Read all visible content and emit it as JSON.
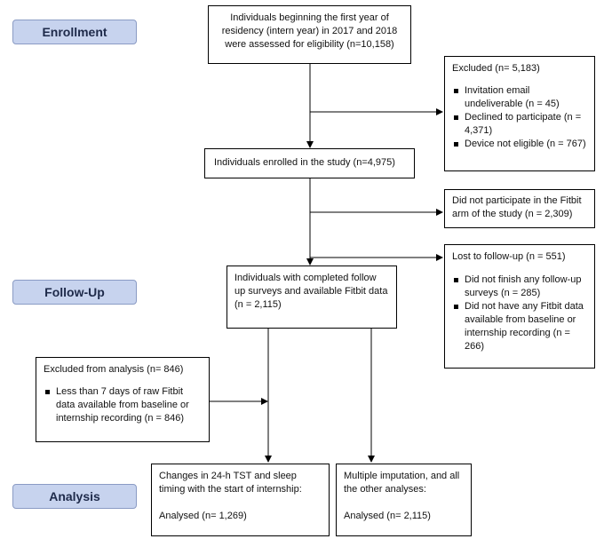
{
  "phases": {
    "enrollment": "Enrollment",
    "follow_up": "Follow-Up",
    "analysis": "Analysis"
  },
  "boxes": {
    "assessed": "Individuals beginning the first year of residency (intern year) in 2017 and 2018 were assessed for eligibility (n=10,158)",
    "excluded": {
      "title": "Excluded (n= 5,183)",
      "items": [
        "Invitation email undeliverable (n = 45)",
        "Declined to participate (n = 4,371)",
        "Device not eligible (n = 767)"
      ]
    },
    "enrolled": "Individuals enrolled in the study (n=4,975)",
    "no_fitbit": "Did not participate in the Fitbit arm of the study (n = 2,309)",
    "lost": {
      "title": "Lost to follow-up (n = 551)",
      "items": [
        "Did not finish any follow-up surveys (n = 285)",
        "Did not have any Fitbit data available from baseline or internship recording (n = 266)"
      ]
    },
    "completed": "Individuals with completed follow up surveys and available Fitbit data (n = 2,115)",
    "excluded_analysis": {
      "title": "Excluded from analysis (n= 846)",
      "items": [
        "Less than 7 days of raw Fitbit data available from baseline or internship recording (n = 846)"
      ]
    },
    "analysis_tst": {
      "desc": "Changes in 24-h TST and sleep timing with the start of internship:",
      "result": "Analysed (n= 1,269)"
    },
    "analysis_mi": {
      "desc": "Multiple imputation, and all the other analyses:",
      "result": "Analysed (n= 2,115)"
    }
  }
}
